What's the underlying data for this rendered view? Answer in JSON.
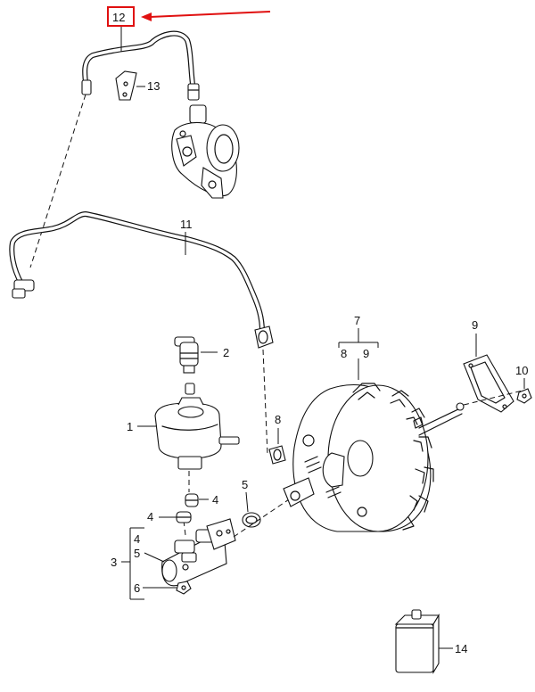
{
  "parts": {
    "p1": "1",
    "p2": "2",
    "p3": "3",
    "p4a": "4",
    "p4b": "4",
    "p4c": "4",
    "p5a": "5",
    "p5b": "5",
    "p6": "6",
    "p7": "7",
    "p8a": "8",
    "p8b": "8",
    "p9a": "9",
    "p9b": "9",
    "p10": "10",
    "p11": "11",
    "p12": "12",
    "p13": "13",
    "p14": "14"
  },
  "highlight": {
    "part": "12",
    "color": "#e01010"
  }
}
